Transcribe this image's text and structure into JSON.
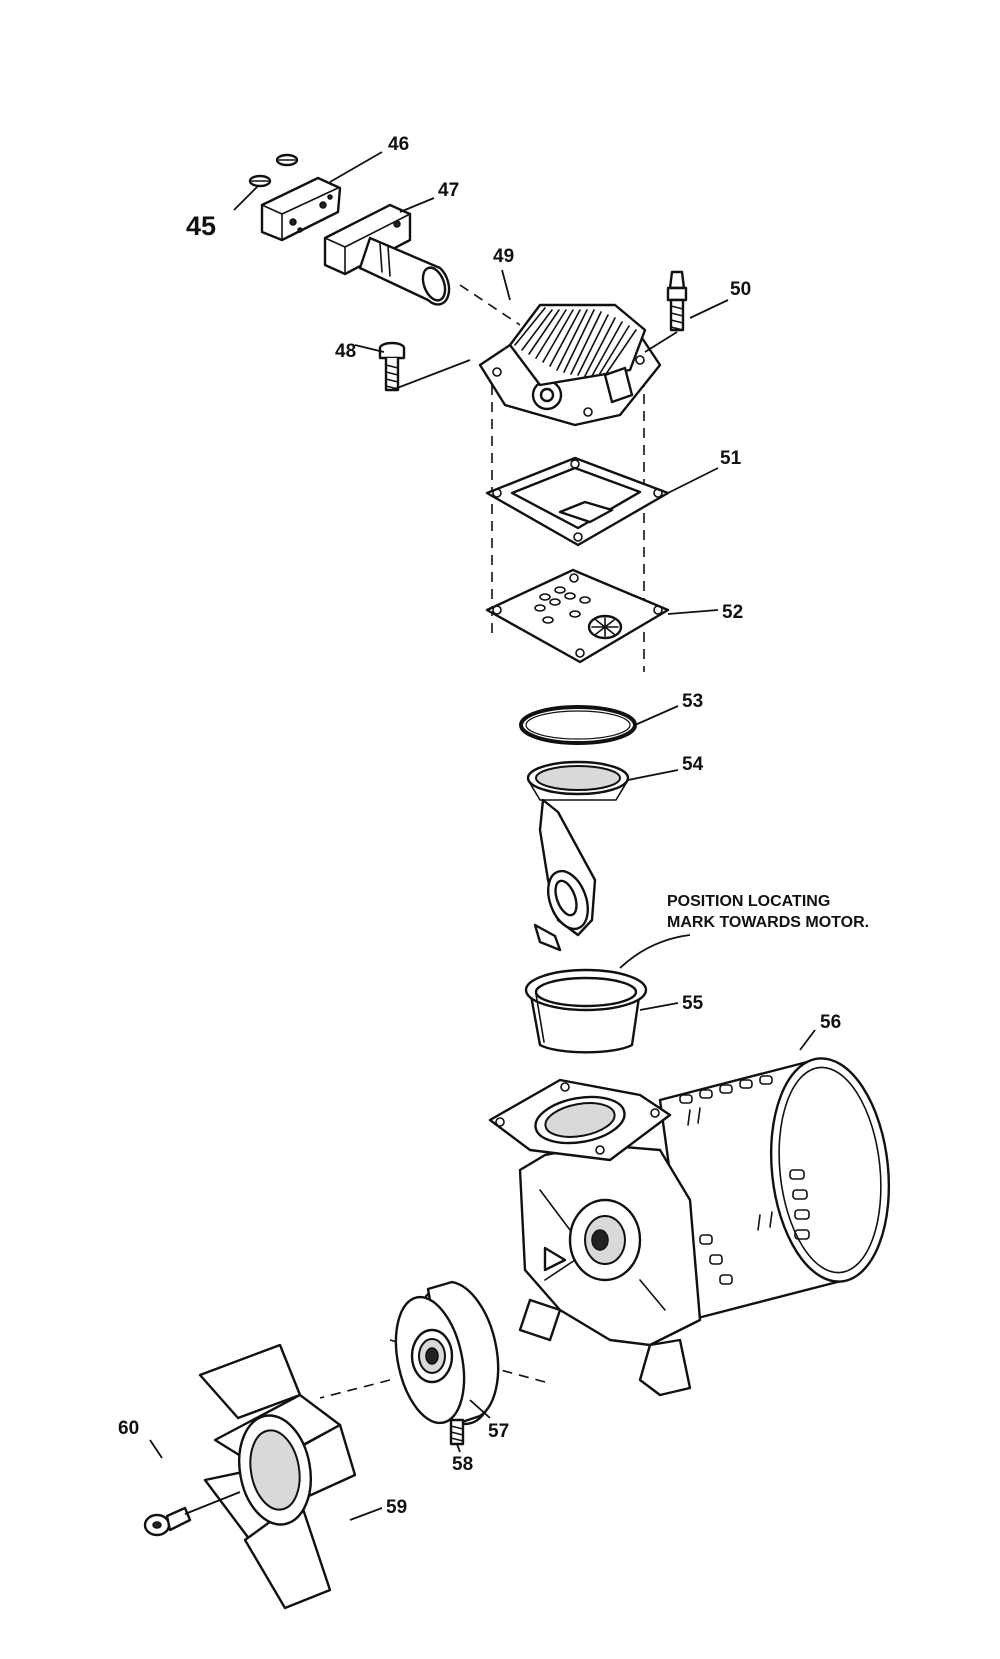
{
  "callouts": {
    "c45": "45",
    "c46": "46",
    "c47": "47",
    "c48": "48",
    "c49": "49",
    "c50": "50",
    "c51": "51",
    "c52": "52",
    "c53": "53",
    "c54": "54",
    "c55": "55",
    "c56": "56",
    "c57": "57",
    "c58": "58",
    "c59": "59",
    "c60": "60"
  },
  "note": {
    "line1": "POSITION LOCATING",
    "line2": "MARK TOWARDS MOTOR."
  }
}
